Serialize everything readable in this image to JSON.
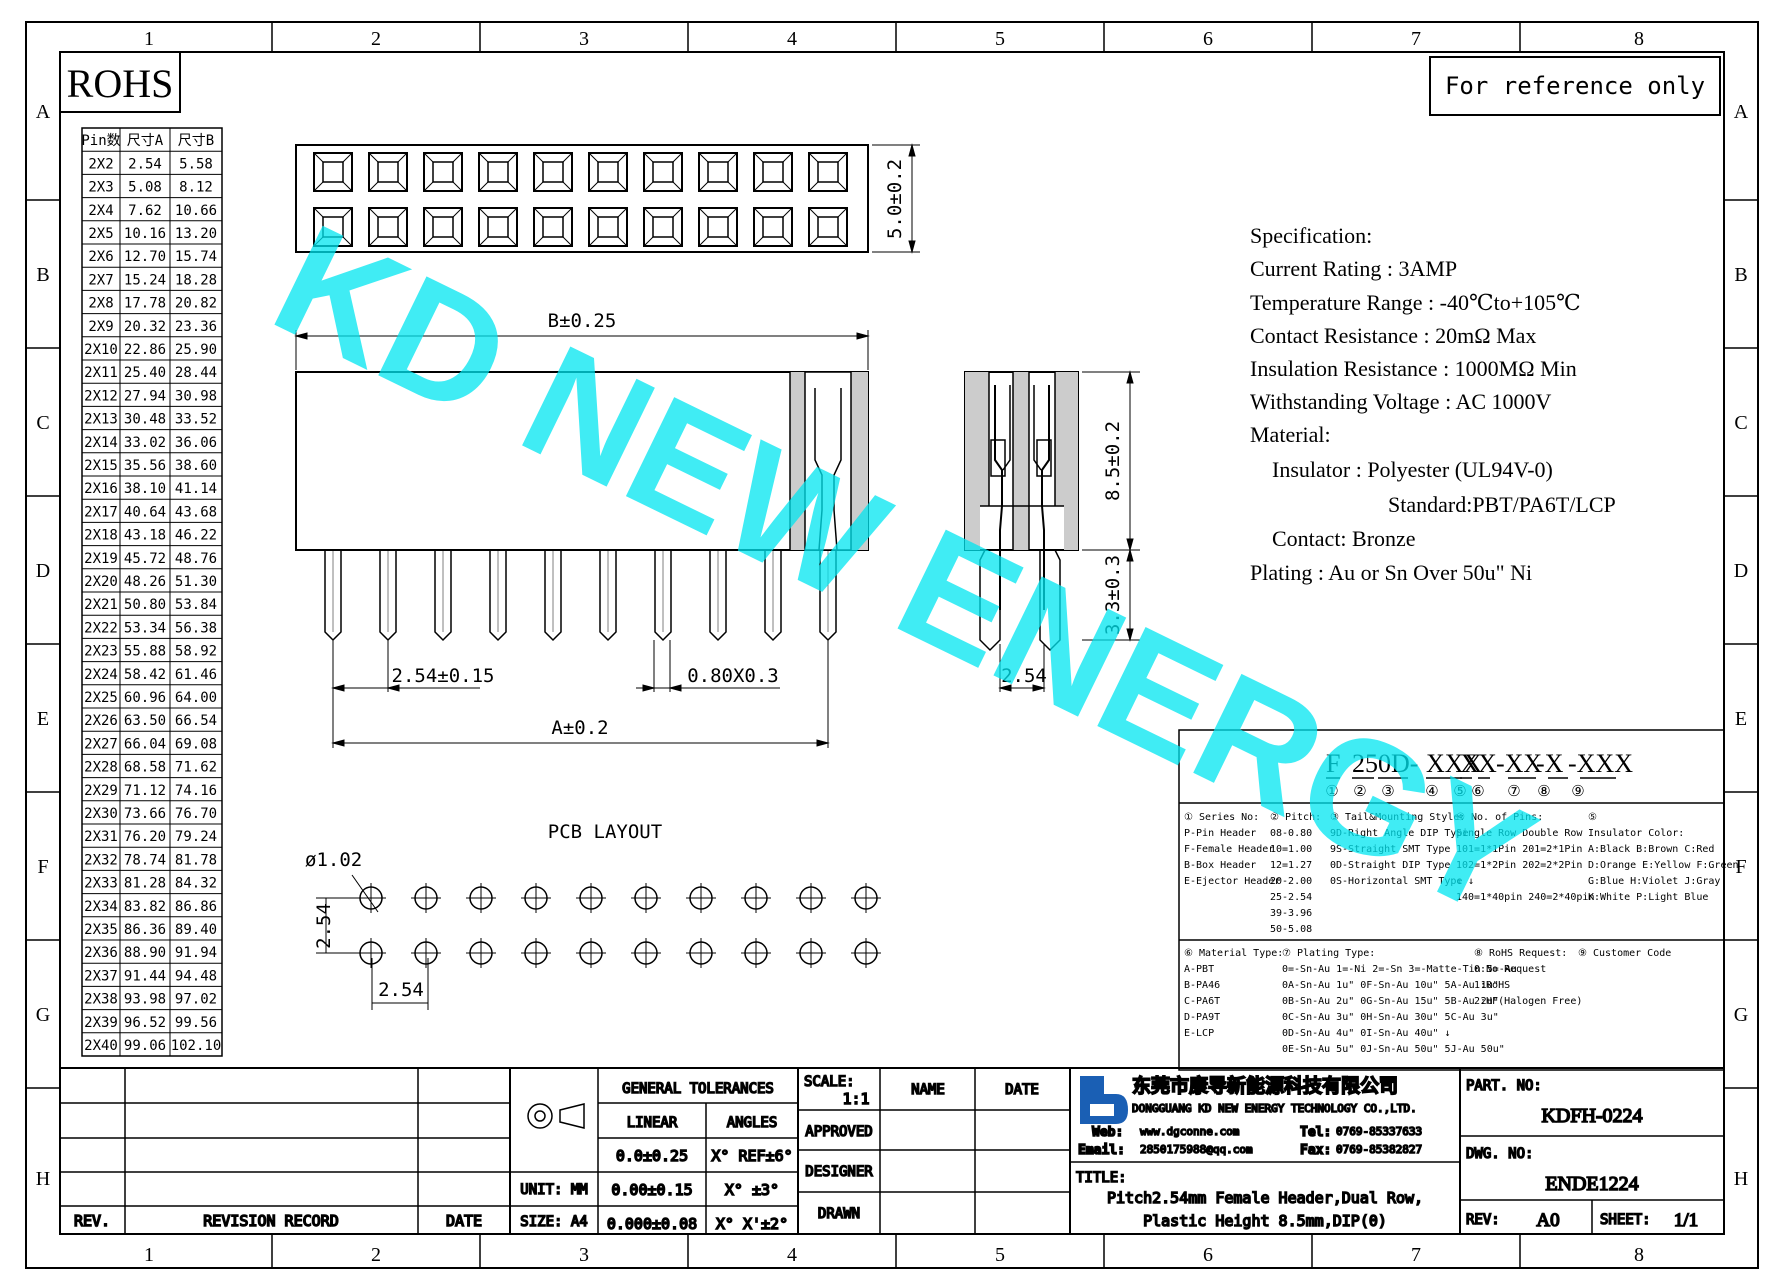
{
  "frame": {
    "col_labels": [
      "1",
      "2",
      "3",
      "4",
      "5",
      "6",
      "7",
      "8"
    ],
    "row_labels": [
      "A",
      "B",
      "C",
      "D",
      "E",
      "F",
      "G",
      "H"
    ]
  },
  "rohs_label": "ROHS",
  "reference_note": "For reference only",
  "watermark": "KD NEW ENERGY",
  "dimension_table": {
    "headers": [
      "Pin数",
      "尺寸A",
      "尺寸B"
    ],
    "rows": [
      [
        "2X2",
        "2.54",
        "5.58"
      ],
      [
        "2X3",
        "5.08",
        "8.12"
      ],
      [
        "2X4",
        "7.62",
        "10.66"
      ],
      [
        "2X5",
        "10.16",
        "13.20"
      ],
      [
        "2X6",
        "12.70",
        "15.74"
      ],
      [
        "2X7",
        "15.24",
        "18.28"
      ],
      [
        "2X8",
        "17.78",
        "20.82"
      ],
      [
        "2X9",
        "20.32",
        "23.36"
      ],
      [
        "2X10",
        "22.86",
        "25.90"
      ],
      [
        "2X11",
        "25.40",
        "28.44"
      ],
      [
        "2X12",
        "27.94",
        "30.98"
      ],
      [
        "2X13",
        "30.48",
        "33.52"
      ],
      [
        "2X14",
        "33.02",
        "36.06"
      ],
      [
        "2X15",
        "35.56",
        "38.60"
      ],
      [
        "2X16",
        "38.10",
        "41.14"
      ],
      [
        "2X17",
        "40.64",
        "43.68"
      ],
      [
        "2X18",
        "43.18",
        "46.22"
      ],
      [
        "2X19",
        "45.72",
        "48.76"
      ],
      [
        "2X20",
        "48.26",
        "51.30"
      ],
      [
        "2X21",
        "50.80",
        "53.84"
      ],
      [
        "2X22",
        "53.34",
        "56.38"
      ],
      [
        "2X23",
        "55.88",
        "58.92"
      ],
      [
        "2X24",
        "58.42",
        "61.46"
      ],
      [
        "2X25",
        "60.96",
        "64.00"
      ],
      [
        "2X26",
        "63.50",
        "66.54"
      ],
      [
        "2X27",
        "66.04",
        "69.08"
      ],
      [
        "2X28",
        "68.58",
        "71.62"
      ],
      [
        "2X29",
        "71.12",
        "74.16"
      ],
      [
        "2X30",
        "73.66",
        "76.70"
      ],
      [
        "2X31",
        "76.20",
        "79.24"
      ],
      [
        "2X32",
        "78.74",
        "81.78"
      ],
      [
        "2X33",
        "81.28",
        "84.32"
      ],
      [
        "2X34",
        "83.82",
        "86.86"
      ],
      [
        "2X35",
        "86.36",
        "89.40"
      ],
      [
        "2X36",
        "88.90",
        "91.94"
      ],
      [
        "2X37",
        "91.44",
        "94.48"
      ],
      [
        "2X38",
        "93.98",
        "97.02"
      ],
      [
        "2X39",
        "96.52",
        "99.56"
      ],
      [
        "2X40",
        "99.06",
        "102.10"
      ]
    ]
  },
  "dims": {
    "top_height": "5.0±0.2",
    "b_width": "B±0.25",
    "pitch": "2.54±0.15",
    "pin_size": "0.80X0.3",
    "a_width": "A±0.2",
    "side_height": "8.5±0.2",
    "side_tail": "3.3±0.3",
    "side_pitch": "2.54"
  },
  "pcb": {
    "title": "PCB LAYOUT",
    "hole": "ø1.02",
    "row_pitch": "2.54",
    "col_pitch": "2.54"
  },
  "spec": {
    "lines": [
      "Specification:",
      "Current Rating : 3AMP",
      "Temperature Range : -40℃to+105℃",
      "Contact Resistance : 20mΩ Max",
      "Insulation Resistance : 1000MΩ Min",
      "Withstanding Voltage : AC 1000V",
      "Material:",
      "Insulator : Polyester (UL94V-0)",
      "Standard:PBT/PA6T/LCP",
      "Contact: Bronze",
      "Plating : Au or Sn Over 50u\" Ni"
    ]
  },
  "partcode": {
    "code": [
      "F",
      "25",
      "0D-",
      "XXX",
      "X",
      "X",
      "-XX",
      "-X",
      "-XXX"
    ],
    "nums": [
      "①",
      "②",
      "③",
      "④",
      "⑤",
      "⑥",
      "⑦",
      "⑧",
      "⑨"
    ],
    "block1": [
      "① Series No:",
      "P-Pin Header",
      "F-Female Header",
      "B-Box Header",
      "E-Ejector Header"
    ],
    "block2": [
      "② Pitch:",
      "08-0.80",
      "10=1.00",
      "12=1.27",
      "20-2.00",
      "25-2.54",
      "39-3.96",
      "50-5.08"
    ],
    "block3": [
      "③ Tail&Mounting Style:",
      "9D-Right Angle DIP Type",
      "9S-Straight SMT Type",
      "0D-Straight DIP Type",
      "0S-Horizontal SMT Type"
    ],
    "block4": [
      "④ No. of Pins:",
      "Single Row   Double Row",
      "101=1*1Pin   201=2*1Pin",
      "102=1*2Pin   202=2*2Pin",
      "↓              ↓",
      "140=1*40pin  240=2*40pin"
    ],
    "block5": [
      "⑤",
      "Insulator Color:",
      "A:Black  B:Brown  C:Red",
      "D:Orange E:Yellow F:Green",
      "G:Blue   H:Violet J:Gray",
      "K:White  P:Light Blue"
    ],
    "block6": [
      "⑥ Material Type:",
      "A-PBT",
      "B-PA46",
      "C-PA6T",
      "D-PA9T",
      "E-LCP"
    ],
    "block7": [
      "⑦ Plating Type:",
      "0=-Sn-Au 1=-Ni 2=-Sn 3=-Matte-Tin 5=-Au",
      "0A-Sn-Au 1u\" 0F-Sn-Au 10u\"  5A-Au 1u\"",
      "0B-Sn-Au 2u\" 0G-Sn-Au 15u\"  5B-Au 2u\"",
      "0C-Sn-Au 3u\" 0H-Sn-Au 30u\"  5C-Au 3u\"",
      "0D-Sn-Au 4u\" 0I-Sn-Au 40u\"    ↓",
      "0E-Sn-Au 5u\" 0J-Sn-Au 50u\"  5J-Au 50u\""
    ],
    "block8": [
      "⑧ RoHS Request:",
      "0:No Request",
      "1:RoHS",
      "2:HF(Halogen Free)"
    ],
    "block9": [
      "⑨ Customer Code"
    ]
  },
  "titleblock": {
    "rev_label": "REV.",
    "revision_record": "REVISION RECORD",
    "date_label": "DATE",
    "general_tolerances": "GENERAL TOLERANCES",
    "linear": "LINEAR",
    "angles": "ANGLES",
    "tol_rows": [
      [
        "0.0±0.25",
        "X° REF±6°"
      ],
      [
        "0.00±0.15",
        "X° ±3°"
      ],
      [
        "0.000±0.08",
        "X° X'±2°"
      ]
    ],
    "unit": "UNIT: MM",
    "size": "SIZE: A4",
    "scale_label": "SCALE:",
    "scale_value": "1:1",
    "name": "NAME",
    "date2": "DATE",
    "approved": "APPROVED",
    "designer": "DESIGNER",
    "drawn": "DRAWN",
    "company_cn": "东莞市康导新能源科技有限公司",
    "company_en": "DONGGUANG KD NEW ENERGY TECHNOLOGY CO.,LTD.",
    "web_label": "Web:",
    "web": "www.dgconne.com",
    "tel_label": "Tel:",
    "tel": "0769-85337633",
    "email_label": "Email:",
    "email": "2850175988@qq.com",
    "fax_label": "Fax:",
    "fax": "0769-85382827",
    "title_label": "TITLE:",
    "title_line1": "Pitch2.54mm Female Header,Dual Row,",
    "title_line2": "Plastic Height 8.5mm,DIP(0)",
    "part_no_label": "PART. NO:",
    "part_no": "KDFH-0224",
    "dwg_no_label": "DWG. NO:",
    "dwg_no": "ENDE1224",
    "rev2_label": "REV:",
    "rev2": "A0",
    "sheet_label": "SHEET:",
    "sheet": "1/1"
  },
  "colors": {
    "watermark": "#00e5f0",
    "logo": "#1a5fb4"
  }
}
